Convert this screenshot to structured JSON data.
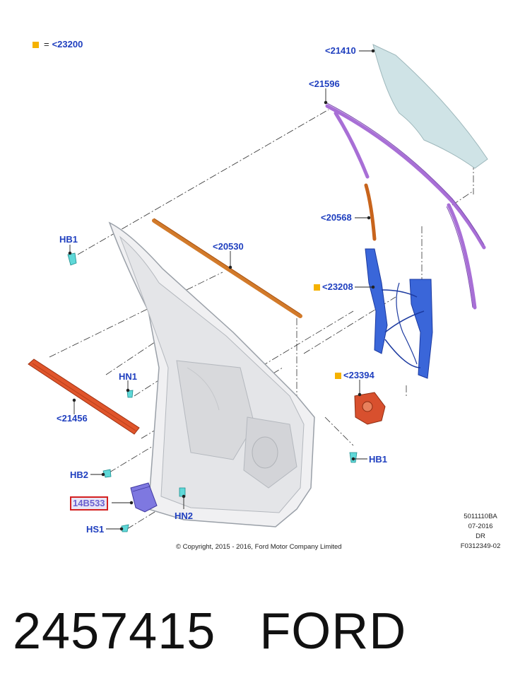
{
  "legend": {
    "symbol_color": "#f5b200",
    "equals": "=",
    "text": "<23200"
  },
  "parts": {
    "p21410": "<21410",
    "p21596": "<21596",
    "p20568": "<20568",
    "p23208": "<23208",
    "p20530": "<20530",
    "p23394": "<23394",
    "p21456": "<21456",
    "hb1_top": "HB1",
    "hb1_right": "HB1",
    "hn1": "HN1",
    "hb2": "HB2",
    "p14b533": "14B533",
    "hs1": "HS1",
    "hn2": "HN2"
  },
  "copyright": "© Copyright, 2015 - 2016, Ford Motor Company Limited",
  "meta": {
    "code": "5011110BA",
    "date": "07-2016",
    "dr": "DR",
    "ref": "F0312349-02"
  },
  "footer": {
    "part_number": "2457415",
    "brand": "FORD"
  },
  "colors": {
    "label": "#1f3fbf",
    "glass": "#cfe3e6",
    "run_channel": "#a86fd6",
    "seal": "#d27a2a",
    "regulator": "#3a66d9",
    "motor": "#d8502e",
    "beam": "#e0552b",
    "clip": "#5fd8d8",
    "module": "#7e78e0",
    "highlight_box": "#d42020"
  }
}
